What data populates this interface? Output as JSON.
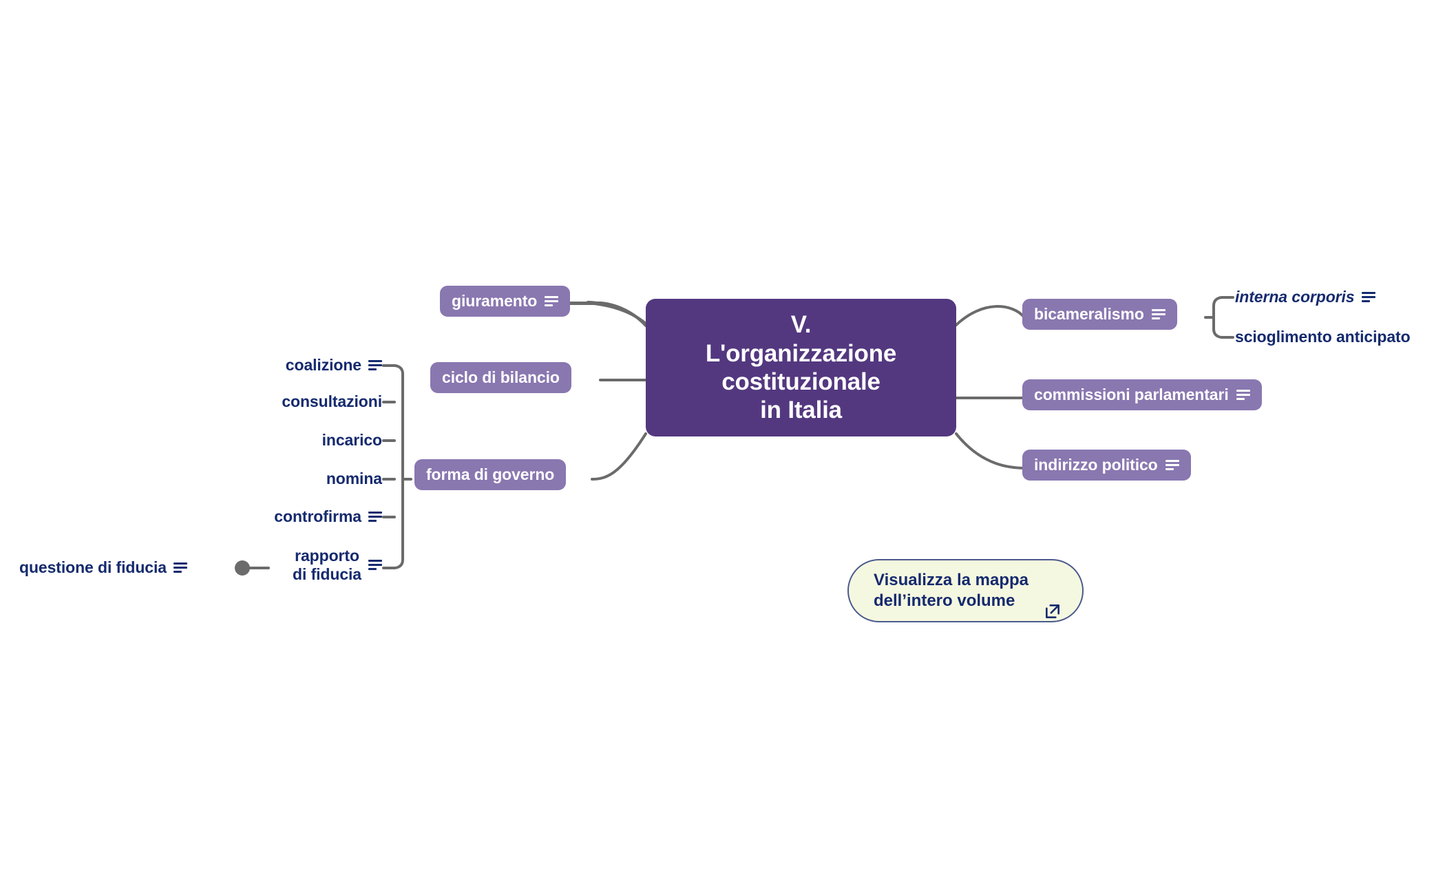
{
  "page": {
    "background": "#ffffff",
    "title_node_color": "#53387f",
    "branch_node_color": "#8977b0",
    "leaf_text_color": "#152a6e",
    "connector_color": "#6b6b6b",
    "button_background": "#f5f8e0",
    "button_border": "#4a5a8c"
  },
  "central": {
    "label": "V.\nL'organizzazione\ncostituzionale\nin Italia",
    "line1": "V.",
    "line2": "L'organizzazione",
    "line3": "costituzionale",
    "line4": "in Italia"
  },
  "branches": {
    "left": [
      {
        "id": "giuramento",
        "label": "giuramento",
        "has_note": true
      },
      {
        "id": "ciclo-di-bilancio",
        "label": "ciclo di bilancio",
        "has_note": false
      },
      {
        "id": "forma-di-governo",
        "label": "forma di governo",
        "has_note": false
      }
    ],
    "right": [
      {
        "id": "bicameralismo",
        "label": "bicameralismo",
        "has_note": true
      },
      {
        "id": "commissioni-parlamentari",
        "label": "commissioni parlamentari",
        "has_note": true
      },
      {
        "id": "indirizzo-politico",
        "label": "indirizzo politico",
        "has_note": true
      }
    ]
  },
  "leaves": {
    "forma_di_governo_children": [
      {
        "id": "coalizione",
        "label": "coalizione",
        "has_note": true,
        "italic": false
      },
      {
        "id": "consultazioni",
        "label": "consultazioni",
        "has_note": false,
        "italic": false
      },
      {
        "id": "incarico",
        "label": "incarico",
        "has_note": false,
        "italic": false
      },
      {
        "id": "nomina",
        "label": "nomina",
        "has_note": false,
        "italic": false
      },
      {
        "id": "controfirma",
        "label": "controfirma",
        "has_note": true,
        "italic": false
      },
      {
        "id": "rapporto-di-fiducia",
        "label": "rapporto\ndi fiducia",
        "has_note": true,
        "italic": false
      }
    ],
    "rapporto_children": [
      {
        "id": "questione-di-fiducia",
        "label": "questione di fiducia",
        "has_note": true,
        "italic": false
      }
    ],
    "bicameralismo_children": [
      {
        "id": "interna-corporis",
        "label": "interna corporis",
        "has_note": true,
        "italic": true
      },
      {
        "id": "scioglimento-anticipato",
        "label": "scioglimento anticipato",
        "has_note": false,
        "italic": false
      }
    ]
  },
  "button": {
    "label": "Visualizza la mappa\ndell’intero volume",
    "icon": "external-link-icon"
  },
  "icons": {
    "note": "note-lines-icon",
    "external_link": "external-link-icon"
  }
}
